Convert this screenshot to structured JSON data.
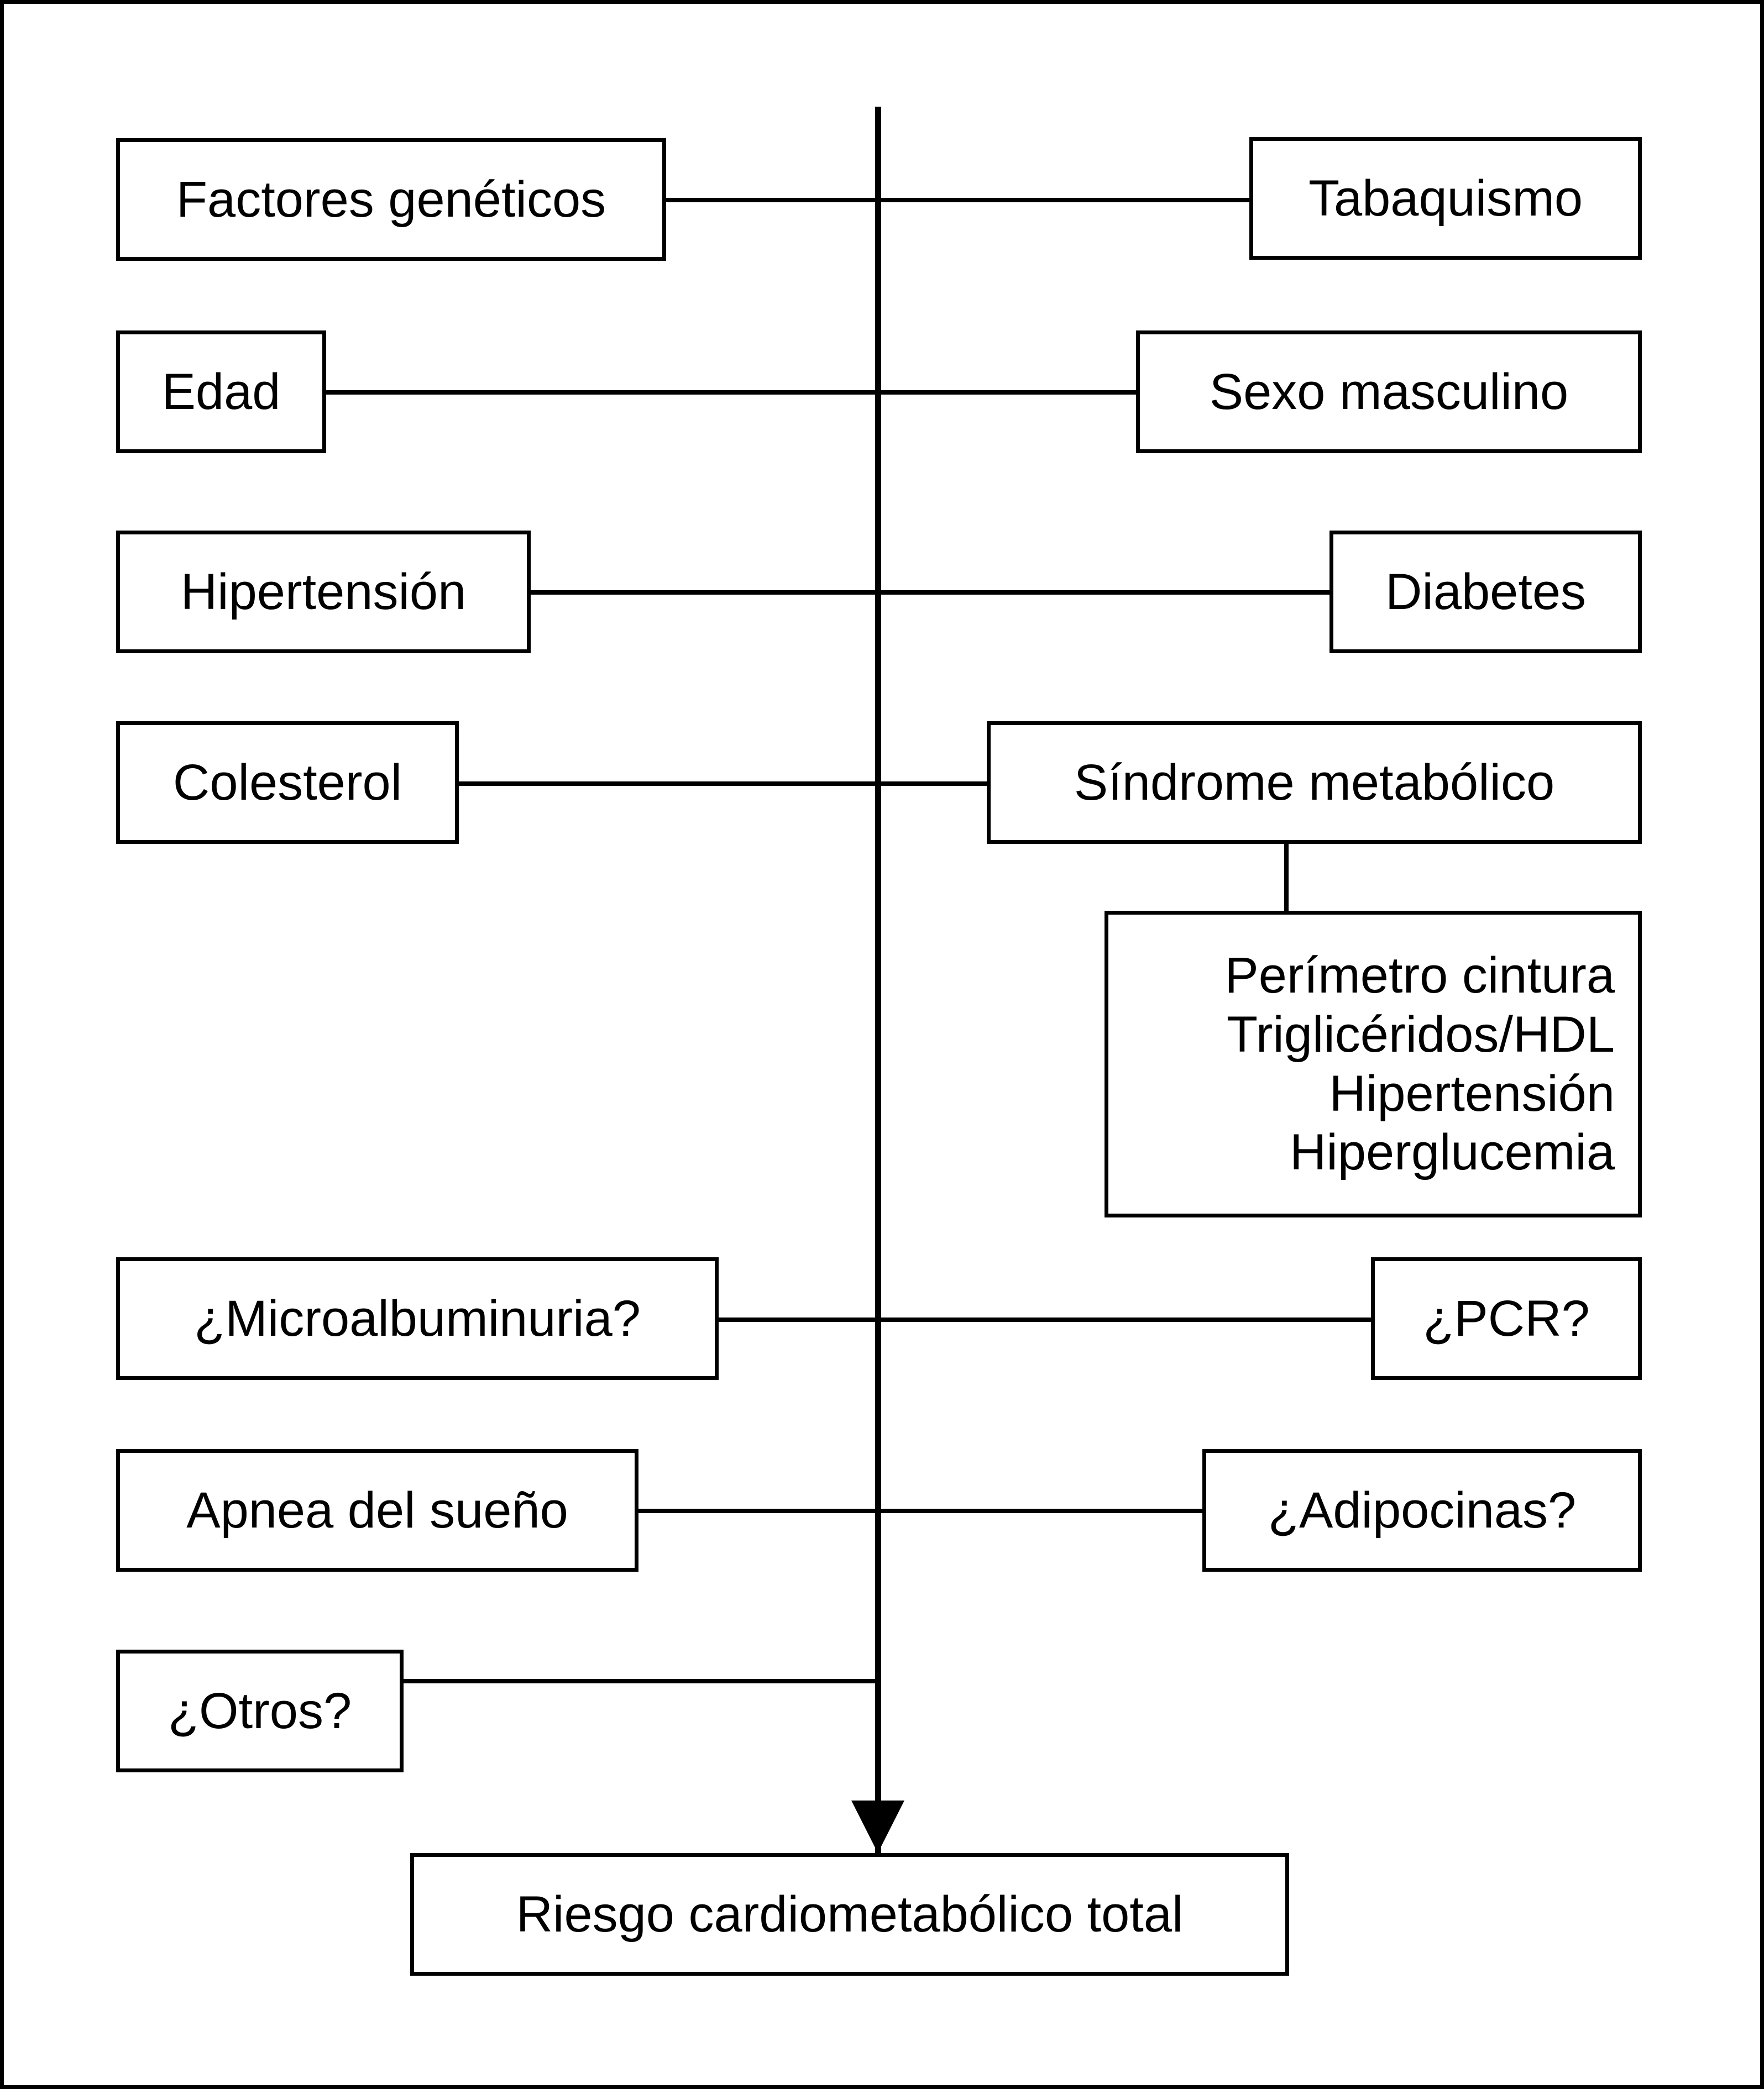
{
  "diagram": {
    "title_text": "",
    "colors": {
      "line": "#000000",
      "background": "#ffffff",
      "text": "#000000"
    },
    "left_nodes": [
      {
        "id": "factores-geneticos",
        "label": "Factores genéticos"
      },
      {
        "id": "edad",
        "label": "Edad"
      },
      {
        "id": "hipertension",
        "label": "Hipertensión"
      },
      {
        "id": "colesterol",
        "label": "Colesterol"
      },
      {
        "id": "microalbuminuria",
        "label": "¿Microalbuminuria?"
      },
      {
        "id": "apnea-del-sueno",
        "label": "Apnea del sueño"
      },
      {
        "id": "otros",
        "label": "¿Otros?"
      }
    ],
    "right_nodes": [
      {
        "id": "tabaquismo",
        "label": "Tabaquismo"
      },
      {
        "id": "sexo-masculino",
        "label": "Sexo masculino"
      },
      {
        "id": "diabetes",
        "label": "Diabetes"
      },
      {
        "id": "sindrome-metabolico",
        "label": "Síndrome metabólico"
      },
      {
        "id": "pcr",
        "label": "¿PCR?"
      },
      {
        "id": "adipocinas",
        "label": "¿Adipocinas?"
      }
    ],
    "sindrome_metabolico_criteria": {
      "id": "criterios-sindrome-metabolico",
      "lines": [
        "Perímetro cintura",
        "Triglicéridos/HDL",
        "Hipertensión",
        "Hiperglucemia"
      ],
      "label": "Perímetro cintura\nTriglicéridos/HDL\nHipertensión\nHiperglucemia"
    },
    "outcome": {
      "id": "riesgo-cardiometabolico-total",
      "label": "Riesgo cardiometabólico total"
    }
  }
}
